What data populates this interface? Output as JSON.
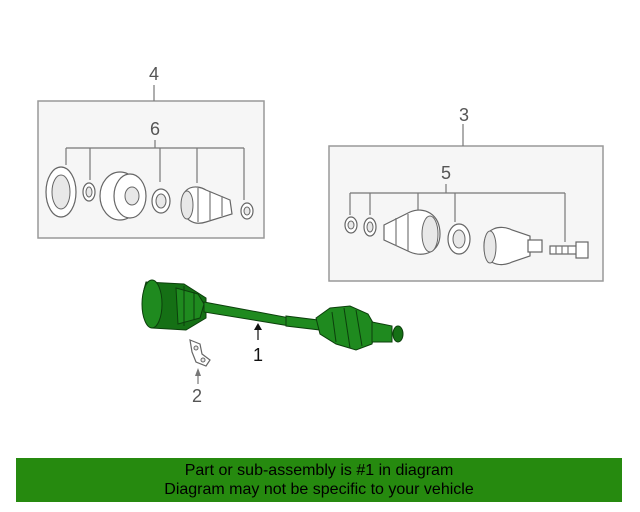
{
  "callouts": {
    "c1": "1",
    "c2": "2",
    "c3": "3",
    "c4": "4",
    "c5": "5",
    "c6": "6"
  },
  "banner": {
    "line1": "Part or sub-assembly is #1 in diagram",
    "line2": "Diagram may not be specific to your vehicle"
  },
  "colors": {
    "highlight": "#268a0f",
    "axle": "#1f8a1f"
  }
}
